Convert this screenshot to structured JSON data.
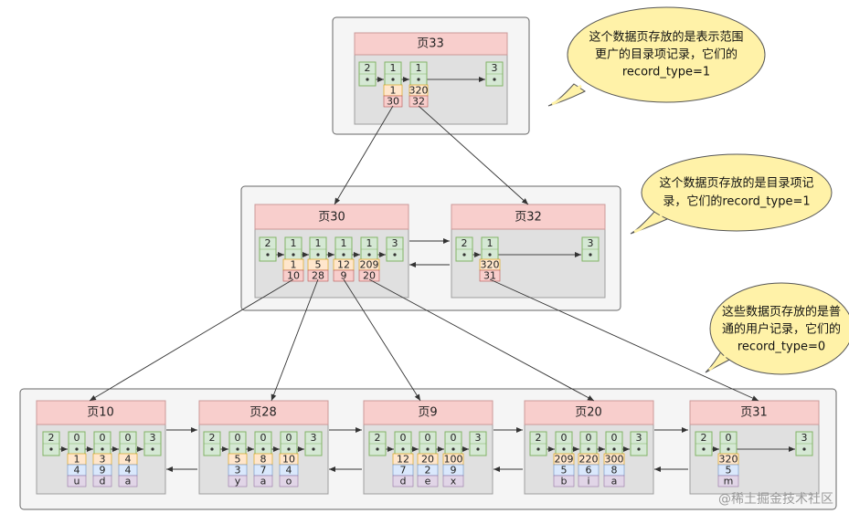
{
  "pages": {
    "p33": {
      "title": "页33",
      "slots": [
        "2",
        "1",
        "1",
        "3"
      ],
      "records": [
        {
          "key": "1",
          "page": "30"
        },
        {
          "key": "320",
          "page": "32"
        }
      ]
    },
    "p30": {
      "title": "页30",
      "slots": [
        "2",
        "1",
        "1",
        "1",
        "1",
        "3"
      ],
      "records": [
        {
          "key": "1",
          "page": "10"
        },
        {
          "key": "5",
          "page": "28"
        },
        {
          "key": "12",
          "page": "9"
        },
        {
          "key": "209",
          "page": "20"
        }
      ]
    },
    "p32": {
      "title": "页32",
      "slots": [
        "2",
        "1",
        "3"
      ],
      "records": [
        {
          "key": "320",
          "page": "31"
        }
      ]
    },
    "p10": {
      "title": "页10",
      "slots": [
        "2",
        "0",
        "0",
        "0",
        "3"
      ],
      "records": [
        {
          "a": "1",
          "b": "4",
          "c": "u"
        },
        {
          "a": "3",
          "b": "9",
          "c": "d"
        },
        {
          "a": "4",
          "b": "4",
          "c": "a"
        }
      ]
    },
    "p28": {
      "title": "页28",
      "slots": [
        "2",
        "0",
        "0",
        "0",
        "3"
      ],
      "records": [
        {
          "a": "5",
          "b": "3",
          "c": "y"
        },
        {
          "a": "8",
          "b": "7",
          "c": "a"
        },
        {
          "a": "10",
          "b": "4",
          "c": "o"
        }
      ]
    },
    "p9": {
      "title": "页9",
      "slots": [
        "2",
        "0",
        "0",
        "0",
        "3"
      ],
      "records": [
        {
          "a": "12",
          "b": "7",
          "c": "d"
        },
        {
          "a": "20",
          "b": "2",
          "c": "e"
        },
        {
          "a": "100",
          "b": "9",
          "c": "x"
        }
      ]
    },
    "p20": {
      "title": "页20",
      "slots": [
        "2",
        "0",
        "0",
        "0",
        "3"
      ],
      "records": [
        {
          "a": "209",
          "b": "5",
          "c": "b"
        },
        {
          "a": "220",
          "b": "6",
          "c": "i"
        },
        {
          "a": "300",
          "b": "8",
          "c": "a"
        }
      ]
    },
    "p31": {
      "title": "页31",
      "slots": [
        "2",
        "0",
        "3"
      ],
      "records": [
        {
          "a": "320",
          "b": "5",
          "c": "m"
        }
      ]
    }
  },
  "callouts": {
    "c1": {
      "lines": [
        "这个数据页存放的是表示范围",
        "更广的目录项记录，它们的",
        "record_type=1"
      ]
    },
    "c2": {
      "lines": [
        "这个数据页存放的是目录项记",
        "录，它们的record_type=1"
      ]
    },
    "c3": {
      "lines": [
        "这些数据页存放的是普",
        "通的用户记录，它们的",
        "record_type=0"
      ]
    }
  },
  "watermark": "@稀土掘金技术社区"
}
